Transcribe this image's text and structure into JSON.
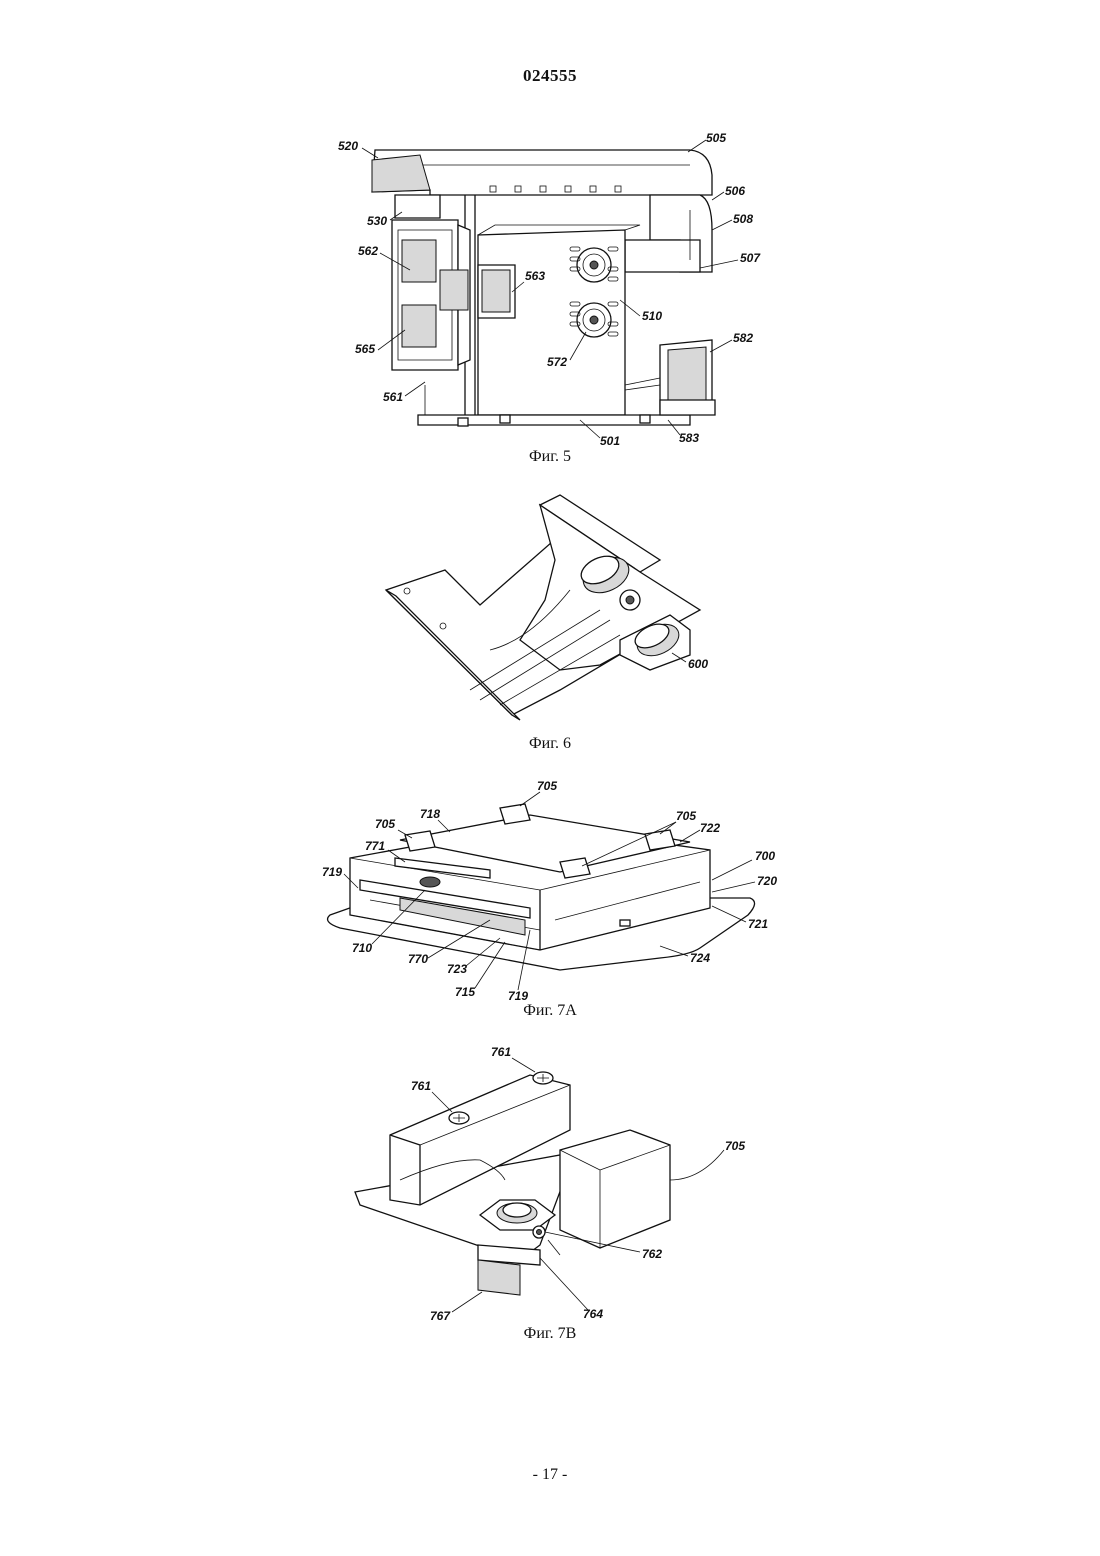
{
  "header": {
    "doc_number": "024555"
  },
  "figures": [
    {
      "caption": "Фиг. 5",
      "labels": [
        "520",
        "505",
        "506",
        "508",
        "530",
        "507",
        "562",
        "563",
        "510",
        "565",
        "572",
        "582",
        "561",
        "501",
        "583"
      ]
    },
    {
      "caption": "Фиг. 6",
      "labels": [
        "600"
      ]
    },
    {
      "caption": "Фиг. 7А",
      "labels": [
        "705",
        "718",
        "705",
        "722",
        "705",
        "771",
        "700",
        "719",
        "720",
        "721",
        "710",
        "770",
        "723",
        "715",
        "719",
        "724"
      ]
    },
    {
      "caption": "Фиг. 7B",
      "labels": [
        "761",
        "761",
        "705",
        "762",
        "764",
        "767"
      ]
    }
  ],
  "footer": {
    "page_number": "- 17 -"
  }
}
